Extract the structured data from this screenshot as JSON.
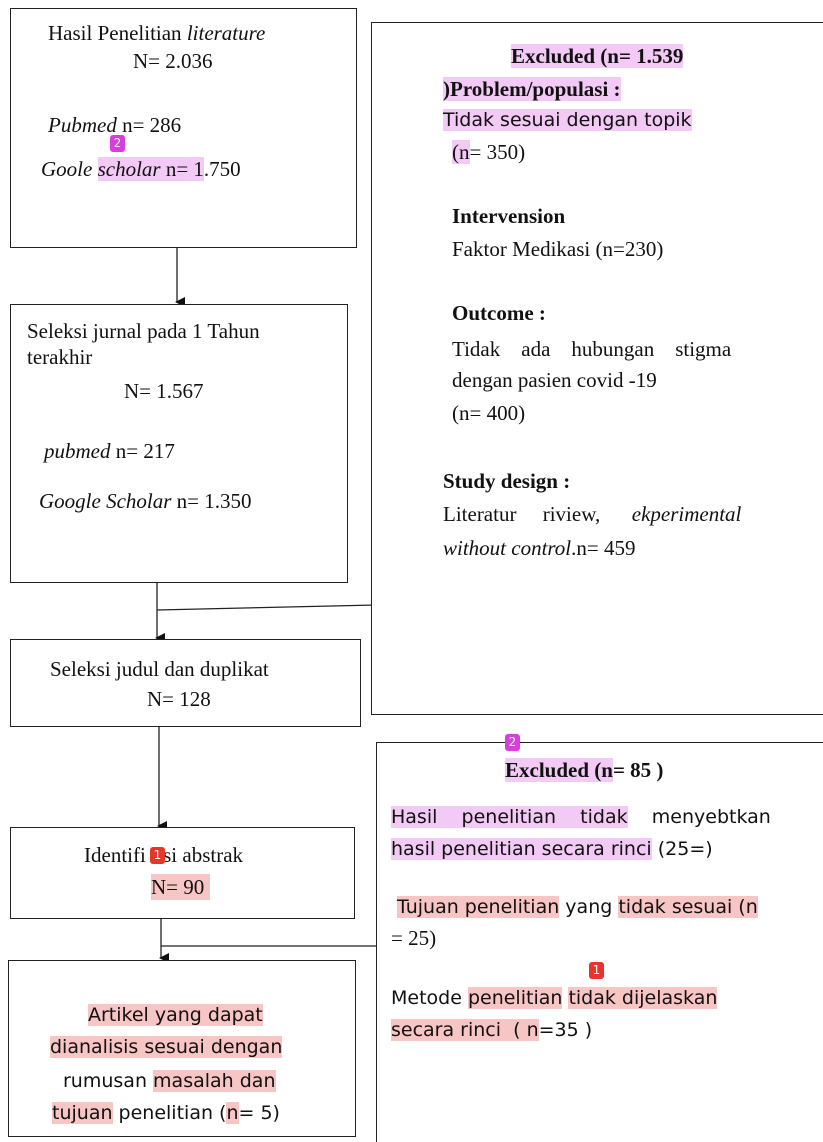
{
  "box1": {
    "title": "Hasil Penelitian",
    "title_italic": "literature",
    "n": "N= 2.036",
    "pubmed_label": "Pubmed",
    "pubmed_n": "n= 286",
    "scholar_label_a": "Goole",
    "scholar_label_b": "scholar",
    "scholar_n_a": "n= 1",
    "scholar_n_b": ".750"
  },
  "box2": {
    "line1": "Seleksi jurnal pada 1 Tahun",
    "line2": "terakhir",
    "n": "N=  1.567",
    "pubmed_label": "pubmed",
    "pubmed_n": "n= 217",
    "scholar_label": "Google Scholar",
    "scholar_n": "n= 1.350"
  },
  "box3": {
    "line1": "Seleksi judul dan duplikat",
    "n": "N= 128"
  },
  "box4": {
    "line1_a": "Identifi",
    "line1_b": "asi abstrak",
    "n": "N= 90"
  },
  "box5": {
    "line1": "Artikel yang dapat",
    "line2": "dianalisis sesuai dengan",
    "line3_a": "rumusan",
    "line3_b": "masalah dan",
    "line4_a": "tujuan",
    "line4_b": "penelitian  (",
    "line4_c": "n",
    "line4_d": "= 5)"
  },
  "excluded1": {
    "heading": "Excluded  (n=  1.539",
    "problem": ")Problem/populasi :",
    "problem_text": "Tidak sesuai dengan topik",
    "problem_n_a": "(n",
    "problem_n_b": "= 350)",
    "intervension": "Intervension",
    "intervension_text": "Faktor Medikasi (n=230)",
    "outcome": "Outcome :",
    "outcome_text1": "Tidak    ada    hubungan    stigma",
    "outcome_text2": "dengan pasien covid -19",
    "outcome_n": "(n= 400)",
    "study": "Study design :",
    "study_text1_a": "Literatur     riview,",
    "study_text1_b": "ekperimental",
    "study_text2_a": "without control",
    "study_text2_b": ".n= 459"
  },
  "excluded2": {
    "heading_a": "Excluded (",
    "heading_b": "n",
    "heading_c": "= 85  )",
    "r1_a": "Hasil    penelitian    tidak",
    "r1_b": "menyebtkan",
    "r2_a": "hasil penelitian secara rinci",
    "r2_b": "  (25=)",
    "r3_a": "Tujuan penelitian",
    "r3_b": " yang ",
    "r3_c": "tidak sesuai (n",
    "r4": "= 25)",
    "r5_a": "Metode ",
    "r5_b": "penelitian",
    "r5_c": "tidak dijelaskan",
    "r6_a": "secara rinci  ( ",
    "r6_b": "n",
    "r6_c": "=35 )"
  },
  "badges": {
    "b1": "1",
    "b2": "2"
  },
  "colors": {
    "highlight_pink": "#f3c9f5",
    "highlight_red": "#f7c5c4",
    "badge_magenta": "#d93de0",
    "badge_red": "#e8352c"
  }
}
